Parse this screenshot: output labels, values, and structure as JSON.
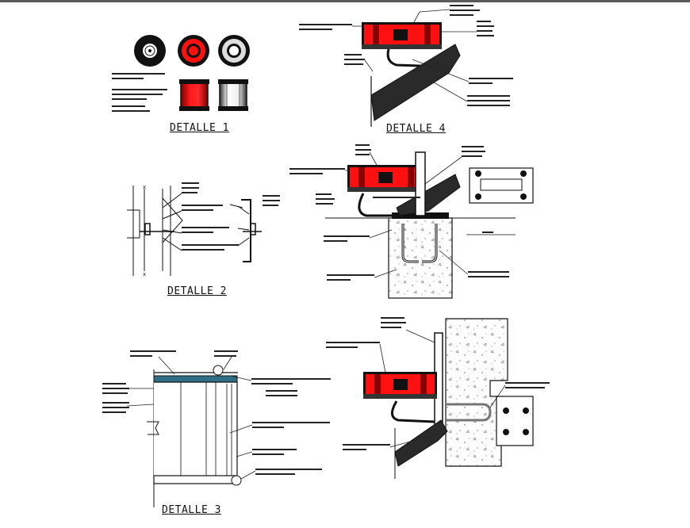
{
  "drawing": {
    "titles": {
      "detalle_1": "DETALLE 1",
      "detalle_2": "DETALLE 2",
      "detalle_3": "DETALLE 3",
      "detalle_4": "DETALLE 4"
    },
    "colors": {
      "line": "#111111",
      "accent_red": "#e00000",
      "dark_red": "#8a0000",
      "beam_fill": "#2a2a2a",
      "concrete_fill": "#fafafa",
      "water_blue": "#2f6f86",
      "topbar": "#5a5a5a"
    }
  }
}
